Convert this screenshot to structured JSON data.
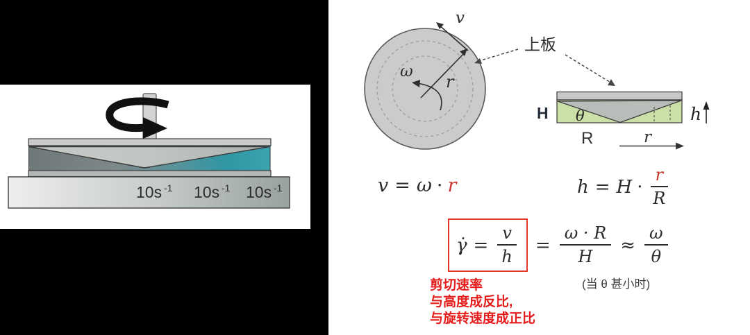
{
  "colors": {
    "panel_black": "#000000",
    "accent_red": "#c8372c",
    "box_red": "#e3362c",
    "annotation_red": "#e51c1c",
    "sample_teal": "#2f96a4",
    "sample_dark": "#6e7878",
    "plate_green": "#cbe0a6",
    "diagram_gray": "#cbcbcb"
  },
  "left_panel": {
    "shear_rate_labels": [
      {
        "base": "10s",
        "exponent": "-1"
      },
      {
        "base": "10s",
        "exponent": "-1"
      },
      {
        "base": "10s",
        "exponent": "-1"
      }
    ]
  },
  "right_panel": {
    "top_view": {
      "velocity_label": "v",
      "omega_label": "ω",
      "radius_label": "r"
    },
    "upper_plate_label": "上板",
    "side_view": {
      "gap_height_label": "H",
      "cone_angle_label": "θ",
      "radius_total_label": "R",
      "radius_var_label": "r",
      "local_gap_label": "h"
    },
    "formula_velocity": {
      "lhs": "v",
      "eq": "=",
      "omega": "ω",
      "dot": "·",
      "r": "r"
    },
    "formula_gap": {
      "lhs": "h",
      "eq": "=",
      "H": "H",
      "dot": "·",
      "num": "r",
      "den": "R"
    },
    "formula_shear_rate": {
      "gamma_dot": "γ̇",
      "eq1": "=",
      "num1": "v",
      "den1": "h",
      "eq2": "=",
      "num2": "ω · R",
      "den2": "H",
      "approx": "≈",
      "num3": "ω",
      "den3": "θ"
    },
    "condition_note": "(当 θ 甚小时)",
    "annotation_lines": [
      "剪切速率",
      "与高度成反比,",
      "与旋转速度成正比"
    ]
  }
}
